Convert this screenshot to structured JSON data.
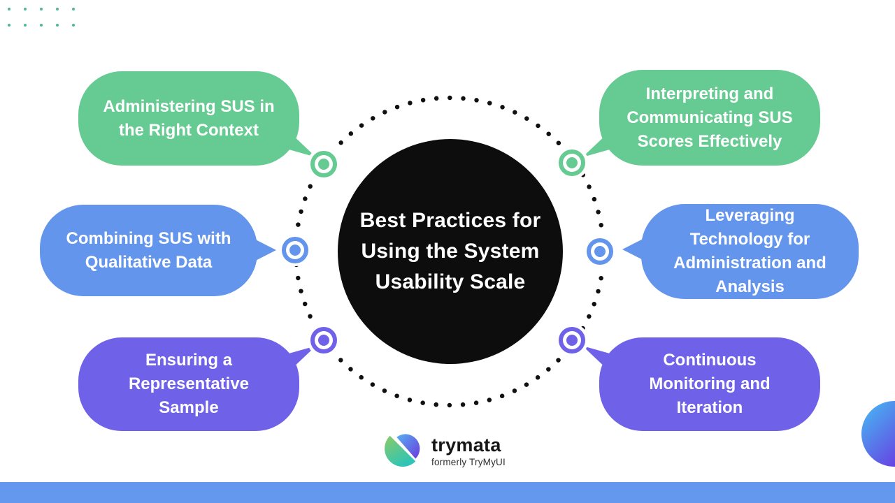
{
  "center": {
    "title": "Best Practices for\nUsing the System\nUsability Scale",
    "circle_color": "#0D0D0D",
    "text_color": "#FFFFFF"
  },
  "bubbles": [
    {
      "position": "top-left",
      "label": "Administering SUS in\nthe Right Context",
      "color": "#66CB92"
    },
    {
      "position": "top-right",
      "label": "Interpreting and\nCommunicating SUS\nScores Effectively",
      "color": "#66CB92"
    },
    {
      "position": "middle-left",
      "label": "Combining SUS with\nQualitative Data",
      "color": "#6495EC"
    },
    {
      "position": "middle-right",
      "label": "Leveraging\nTechnology for\nAdministration and\nAnalysis",
      "color": "#6495EC"
    },
    {
      "position": "bottom-left",
      "label": "Ensuring a\nRepresentative\nSample",
      "color": "#6F62E8"
    },
    {
      "position": "bottom-right",
      "label": "Continuous\nMonitoring and\nIteration",
      "color": "#6F62E8"
    }
  ],
  "connectors": {
    "style": "concentric-target-icon",
    "colors": [
      "#66CB92",
      "#6495EC",
      "#6F62E8"
    ]
  },
  "decor": {
    "dot_grid_color": "#4FB98F",
    "dotted_ring_color": "#101010",
    "bottom_bar_color": "#6398EE",
    "corner_circle_gradient": [
      "#4BA5F0",
      "#6B33E0"
    ]
  },
  "footer": {
    "brand": "trymata",
    "tagline": "formerly TryMyUI"
  }
}
